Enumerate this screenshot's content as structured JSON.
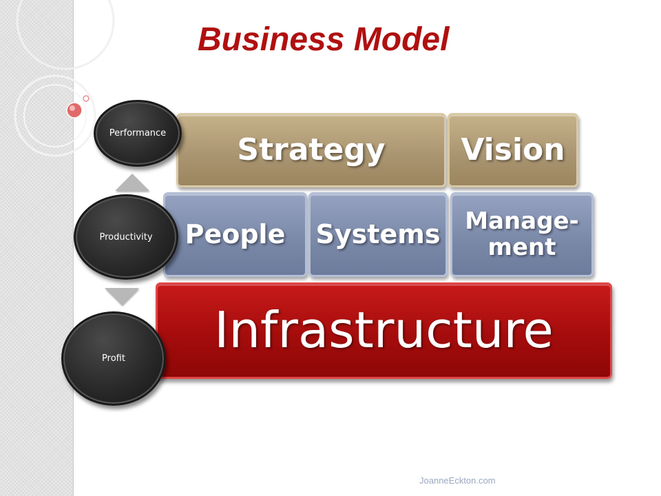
{
  "slide": {
    "title": "Business Model",
    "footer": "JoanneEckton.com"
  },
  "blocks": {
    "strategy": "Strategy",
    "vision": "Vision",
    "people": "People",
    "systems": "Systems",
    "management_line1": "Manage-",
    "management_line2": "ment",
    "infrastructure": "Infrastructure"
  },
  "circles": {
    "performance": "Performance",
    "productivity": "Productivity",
    "profit": "Profit"
  },
  "colors": {
    "title": "#b01010",
    "tan_block": "#a99470",
    "blue_block": "#7a88a8",
    "red_block": "#a50c0c",
    "circle": "#2a2a2a",
    "arrow": "#b8b8b8"
  }
}
